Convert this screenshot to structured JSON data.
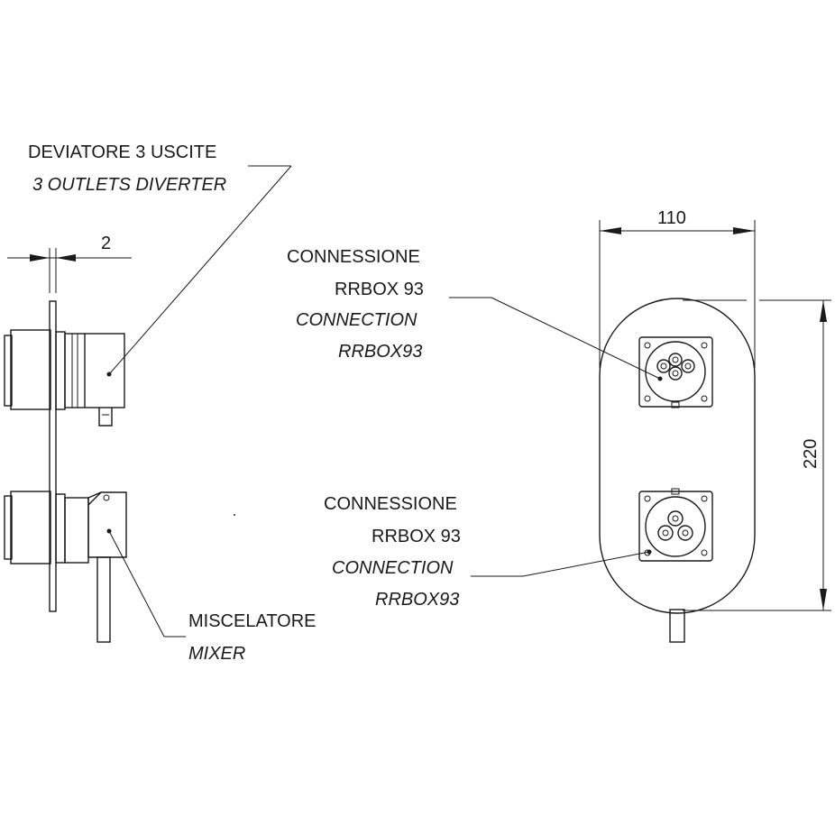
{
  "labels": {
    "diverter_it": "DEVIATORE 3 USCITE",
    "diverter_en": "3 OUTLETS DIVERTER",
    "mixer_it": "MISCELATORE",
    "mixer_en": "MIXER",
    "conn_top_1": "CONNESSIONE",
    "conn_top_2": "RRBOX 93",
    "conn_top_3": "CONNECTION",
    "conn_top_4": "RRBOX93",
    "conn_bot_1": "CONNESSIONE",
    "conn_bot_2": "RRBOX 93",
    "conn_bot_3": "CONNECTION",
    "conn_bot_4": "RRBOX93"
  },
  "dimensions": {
    "plate_thickness": "2",
    "width": "110",
    "height": "220"
  }
}
